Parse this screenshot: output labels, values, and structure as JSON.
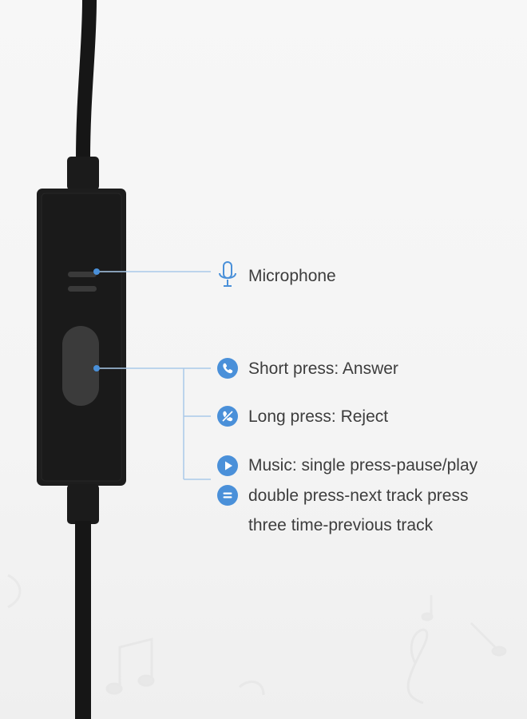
{
  "callouts": {
    "microphone": {
      "icon": "microphone-icon",
      "label": "Microphone"
    },
    "short_press": {
      "icon": "phone-answer-icon",
      "label": "Short press: Answer"
    },
    "long_press": {
      "icon": "phone-reject-icon",
      "label": "Long press: Reject"
    },
    "music": {
      "play_icon": "play-icon",
      "menu_icon": "menu-lines-icon",
      "line1": "Music: single press-pause/play",
      "line2": "double press-next track press",
      "line3": "three time-previous track"
    }
  },
  "colors": {
    "accent": "#4a90d9",
    "leader_line": "#a9c9ea",
    "device": "#1c1c1c",
    "text": "#3d3d3d",
    "background": "#f5f5f5"
  }
}
